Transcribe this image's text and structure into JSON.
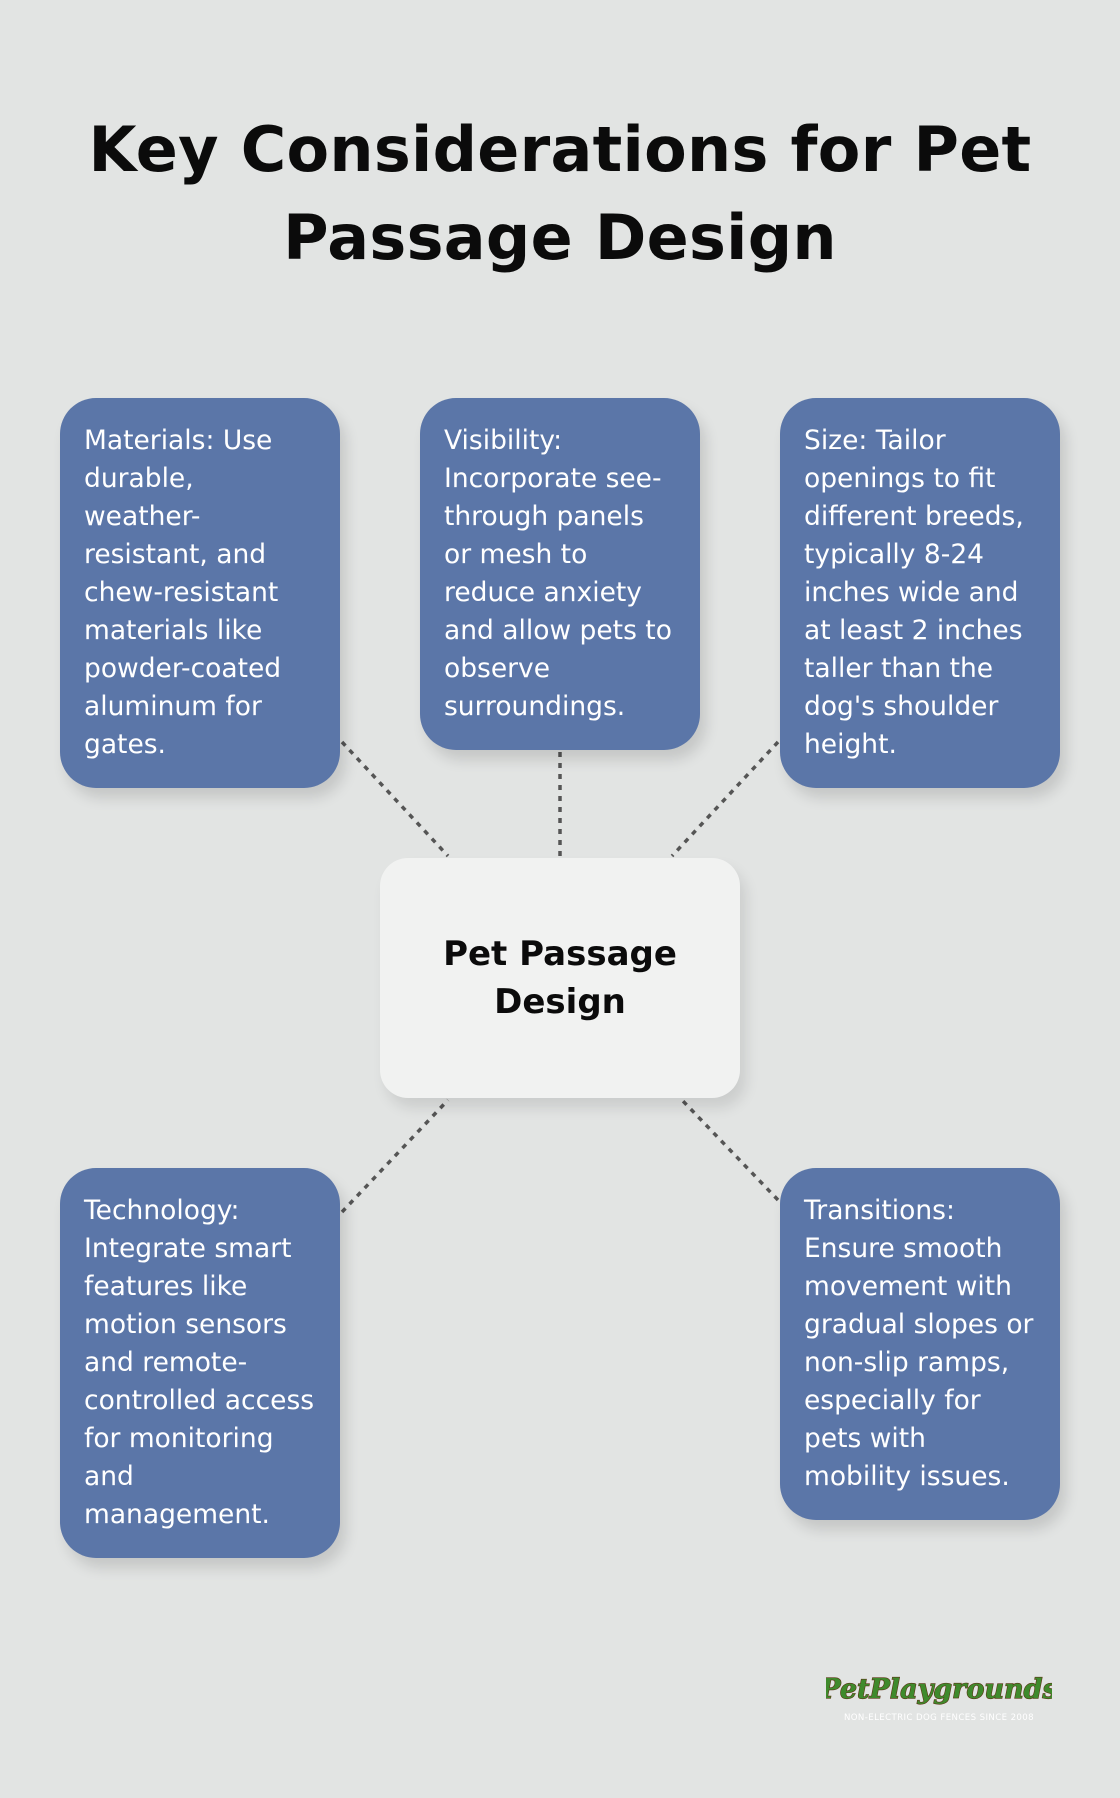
{
  "title": "Key Considerations for Pet Passage Design",
  "center": {
    "label": "Pet Passage Design"
  },
  "cards": {
    "materials": "Materials: Use durable, weather-resistant, and chew-resistant materials like powder-coated aluminum for gates.",
    "visibility": "Visibility: Incorporate see-through panels or mesh to reduce anxiety and allow pets to observe surroundings.",
    "size": "Size: Tailor openings to fit different breeds, typically 8-24 inches wide and at least 2 inches taller than the dog's shoulder height.",
    "technology": "Technology: Integrate smart features like motion sensors and remote-controlled access for monitoring and management.",
    "transitions": "Transitions: Ensure smooth movement with gradual slopes or non-slip ramps, especially for pets with mobility issues."
  },
  "logo": {
    "name": "PetPlaygrounds",
    "tagline": "NON-ELECTRIC DOG FENCES SINCE 2008"
  },
  "colors": {
    "background": "#e2e4e3",
    "card": "#5b76a8",
    "center_box": "#f1f2f1",
    "connector": "#555555",
    "logo_green": "#3f8a2c",
    "logo_brown": "#5a3414"
  }
}
